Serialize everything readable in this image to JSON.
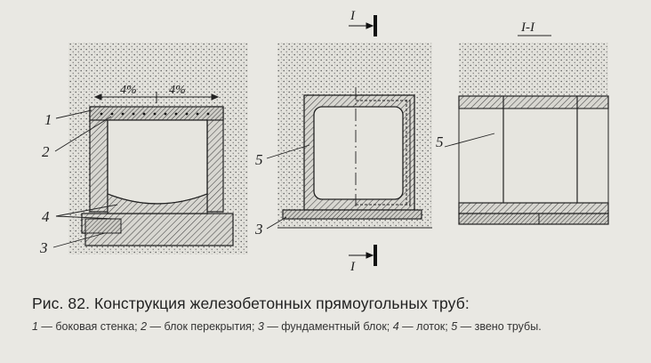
{
  "figure": {
    "dimension_left": "4%",
    "dimension_right": "4%",
    "section_mark_top": "I",
    "section_mark_bottom": "I",
    "section_title": "I-I",
    "labels": {
      "l1": "1",
      "l2": "2",
      "l3_left": "3",
      "l4": "4",
      "l5_middle": "5",
      "l3_middle": "3",
      "l5_right": "5"
    }
  },
  "caption": {
    "title": "Рис. 82. Конструкция железобетонных прямоугольных труб:",
    "legend": [
      {
        "num": "1",
        "text": " — боковая стенка; "
      },
      {
        "num": "2",
        "text": " — блок перекрытия; "
      },
      {
        "num": "3",
        "text": " — фундаментный блок; "
      },
      {
        "num": "4",
        "text": " — лоток; "
      },
      {
        "num": "5",
        "text": " — звено трубы."
      }
    ]
  },
  "colors": {
    "background": "#e9e8e3",
    "ink": "#1d1d1d",
    "fill_stipple": "#cfcec8"
  }
}
